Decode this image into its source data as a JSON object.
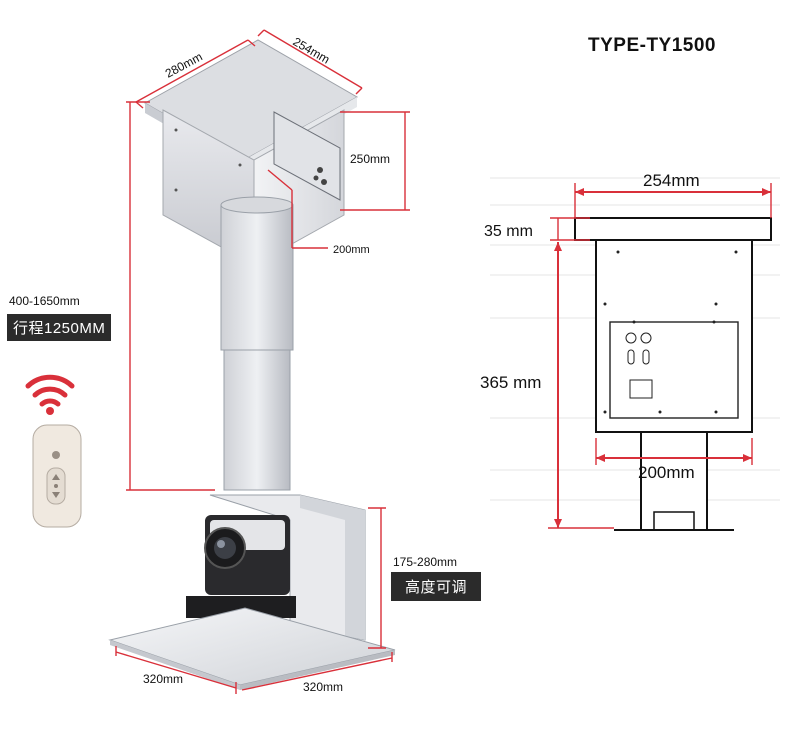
{
  "title": "TYPE-TY1500",
  "left_view": {
    "dims": {
      "top_width": "280mm",
      "top_depth": "254mm",
      "box_height": "250mm",
      "pole_offset": "200mm",
      "base_width": "320mm",
      "base_depth": "320mm"
    },
    "travel_range": "400-1650mm",
    "travel_label": "行程1250MM",
    "height_range": "175-280mm",
    "height_label": "高度可调",
    "remote_icon": "wifi-remote-icon"
  },
  "right_view": {
    "dims": {
      "width": "254mm",
      "lip": "35 mm",
      "height": "365 mm",
      "pole_width": "200mm"
    }
  },
  "colors": {
    "dimension": "#d9303a",
    "tag_bg": "#2b2b2b",
    "wifi": "#d9303a"
  }
}
